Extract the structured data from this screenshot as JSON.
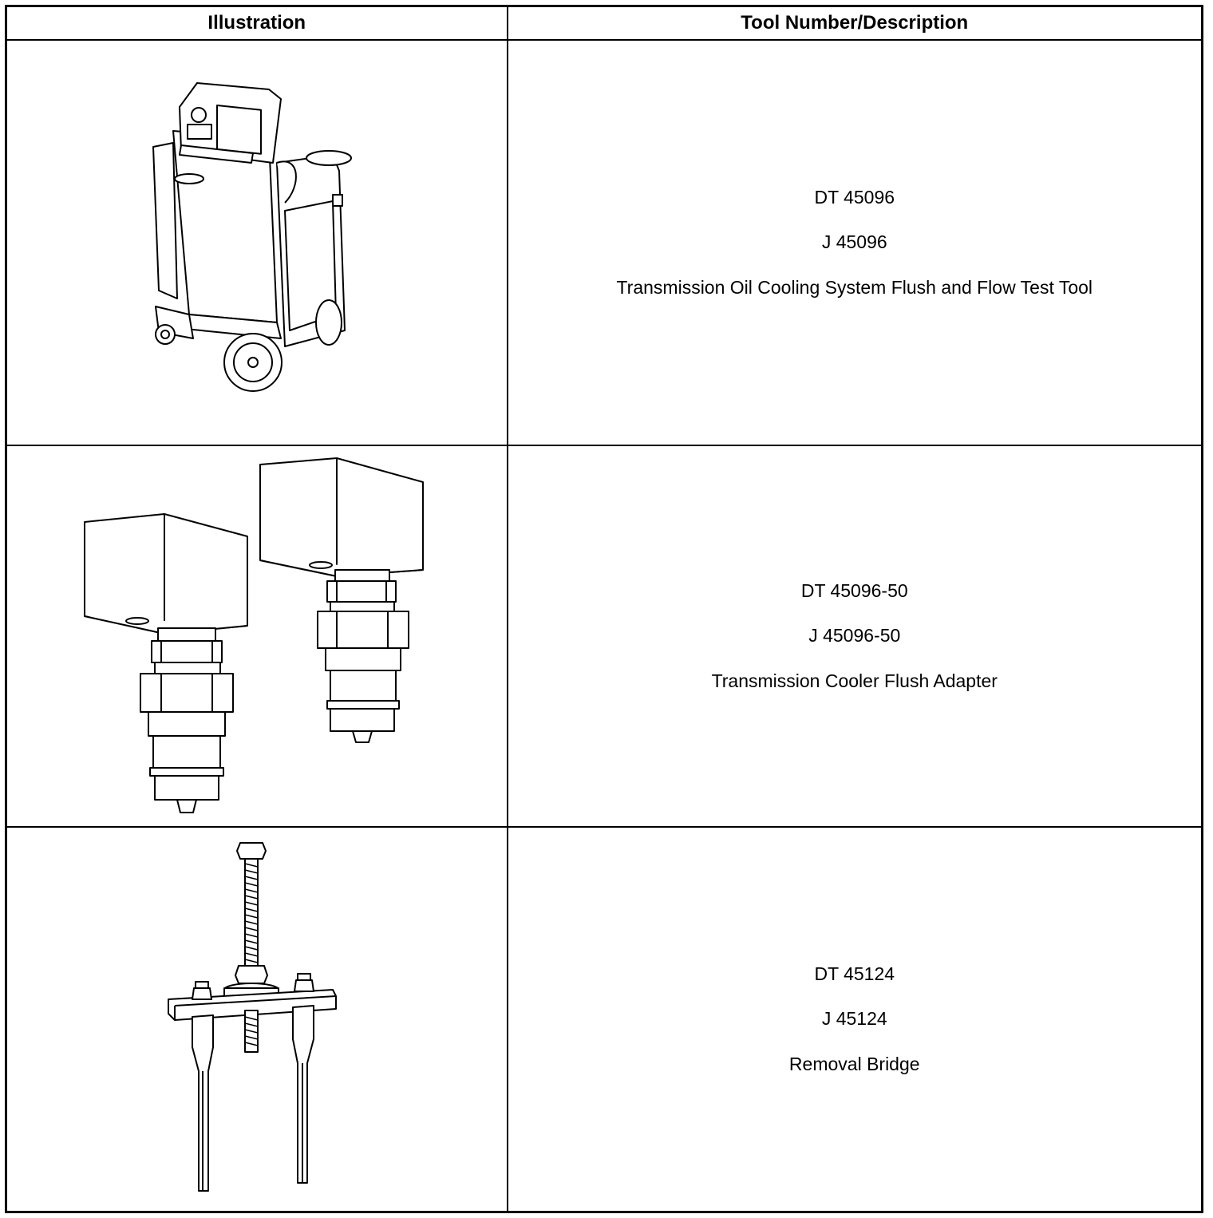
{
  "table": {
    "headers": {
      "illustration": "Illustration",
      "tool": "Tool Number/Description"
    },
    "rows": [
      {
        "icon": "flush-machine-icon",
        "lines": [
          "DT 45096",
          "J 45096",
          "Transmission Oil Cooling System Flush and Flow Test Tool"
        ]
      },
      {
        "icon": "flush-adapter-icon",
        "lines": [
          "DT 45096-50",
          "J 45096-50",
          "Transmission Cooler Flush Adapter"
        ]
      },
      {
        "icon": "removal-bridge-icon",
        "lines": [
          "DT 45124",
          "J 45124",
          "Removal Bridge"
        ]
      }
    ]
  }
}
